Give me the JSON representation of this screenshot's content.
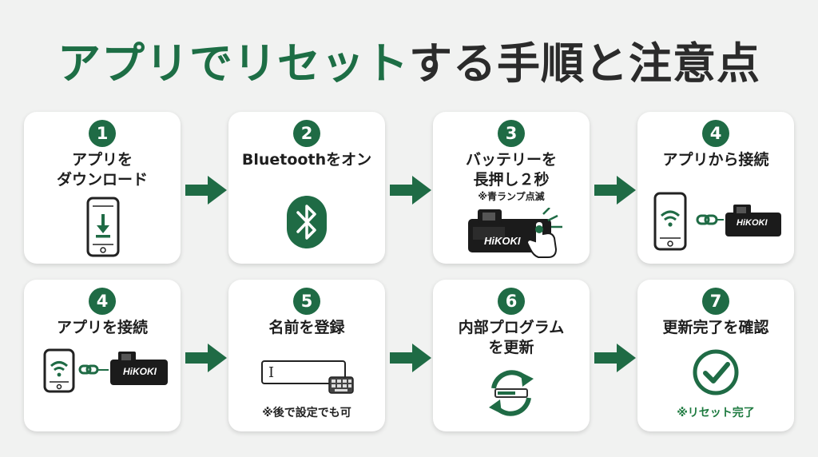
{
  "title": {
    "green": "アプリでリセット",
    "dark": "する手順と注意点"
  },
  "colors": {
    "accent": "#1f6b45",
    "card": "#ffffff",
    "background": "#f1f2f1"
  },
  "steps_top": [
    {
      "number": "1",
      "line1": "アプリを",
      "line2": "ダウンロード",
      "icon": "phone-download-icon"
    },
    {
      "number": "2",
      "line1": "Bluetoothをオン",
      "icon": "bluetooth-icon"
    },
    {
      "number": "3",
      "line1": "バッテリーを",
      "line2": "長押し２秒",
      "sub": "※青ランプ点滅",
      "icon": "battery-press-icon",
      "brand": "HiKOKI"
    },
    {
      "number": "4",
      "line1": "アプリから接続",
      "icon": "phone-link-battery-icon",
      "brand": "HiKOKI"
    }
  ],
  "steps_bottom": [
    {
      "number": "4",
      "line1": "アプリを接続",
      "icon": "phone-link-battery-icon",
      "brand": "HiKOKI"
    },
    {
      "number": "5",
      "line1": "名前を登録",
      "note": "※後で設定でも可",
      "icon": "text-field-keyboard-icon",
      "cursor": "I"
    },
    {
      "number": "6",
      "line1": "内部プログラム",
      "line2": "を更新",
      "icon": "update-cycle-icon"
    },
    {
      "number": "7",
      "line1": "更新完了を確認",
      "note": "※リセット完了",
      "icon": "check-circle-icon"
    }
  ]
}
